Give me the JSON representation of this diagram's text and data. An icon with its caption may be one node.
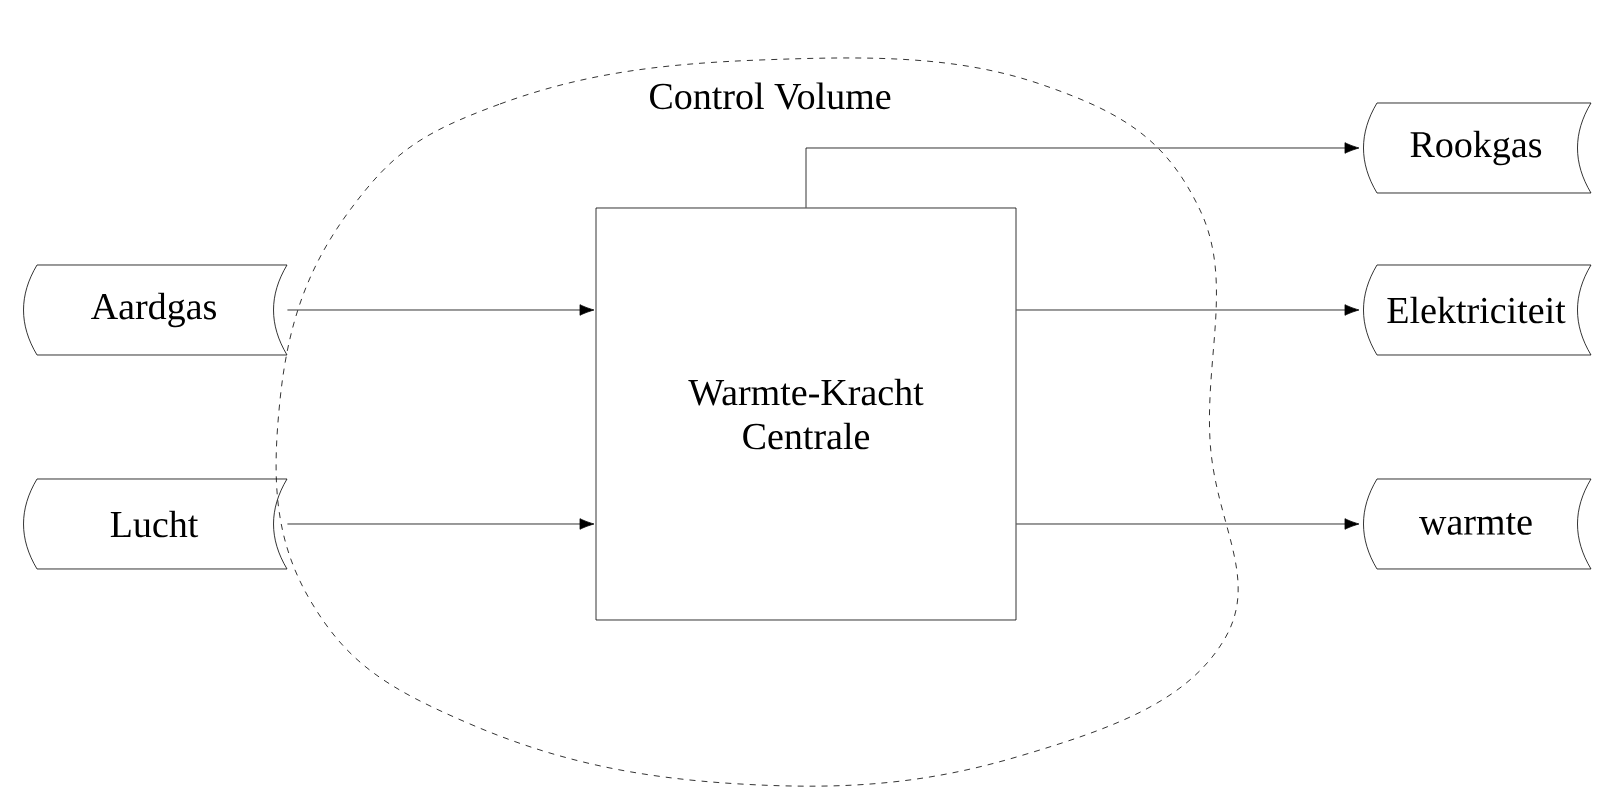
{
  "diagram": {
    "nodes": [
      {
        "text": [
          "Control Volume"
        ]
      },
      {
        "text": [
          "Warmte-Kracht Centrale"
        ],
        "in": 0
      },
      {
        "text": [
          "Aardgas"
        ]
      },
      {
        "text": [
          "Lucht"
        ]
      },
      {
        "text": [
          "Rookgas"
        ]
      },
      {
        "text": [
          "Elektriciteit"
        ]
      },
      {
        "text": [
          "warmte"
        ]
      }
    ],
    "edges": [
      {
        "from": 2,
        "to": 1,
        "arrow": "to"
      },
      {
        "from": 3,
        "to": 1,
        "arrow": "to"
      },
      {
        "from": 1,
        "to": 4,
        "arrow": "to"
      },
      {
        "from": 1,
        "to": 5,
        "arrow": "to"
      },
      {
        "from": 1,
        "to": 6,
        "arrow": "to"
      }
    ]
  }
}
